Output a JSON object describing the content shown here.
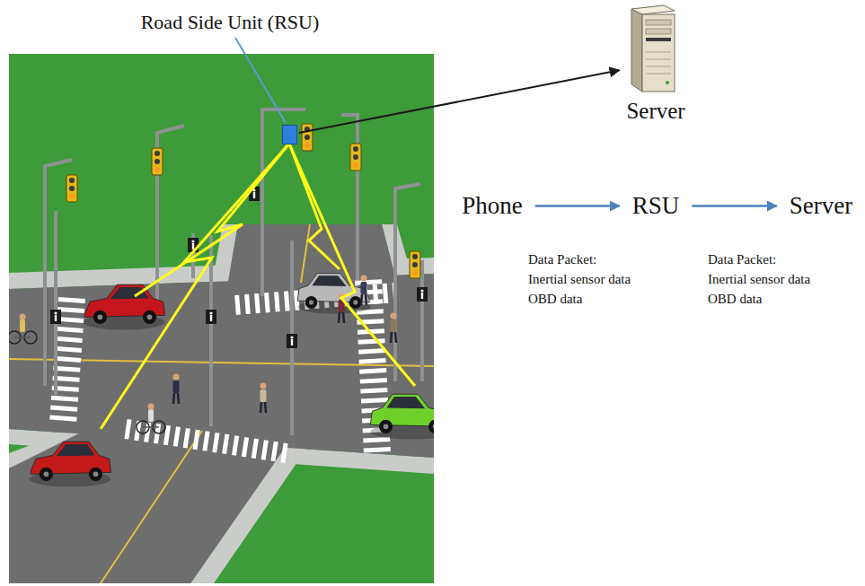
{
  "diagram": {
    "nodes": [
      {
        "text": [
          "Road Side Unit (RSU)"
        ]
      },
      {
        "text": [
          "Server"
        ]
      },
      {
        "text": [
          "Phone"
        ]
      },
      {
        "text": [
          "RSU"
        ]
      },
      {
        "text": [
          "Server"
        ]
      }
    ],
    "edges": [
      {
        "from": 0,
        "to": 1,
        "arrow": "to"
      },
      {
        "from": 2,
        "to": 3,
        "arrow": "to"
      },
      {
        "from": 3,
        "to": 4,
        "arrow": "to"
      }
    ],
    "labels": [
      "Data Packet:",
      "Inertial sensor data",
      "OBD data",
      "Data Packet:",
      "Inertial sensor data",
      "OBD data"
    ]
  }
}
